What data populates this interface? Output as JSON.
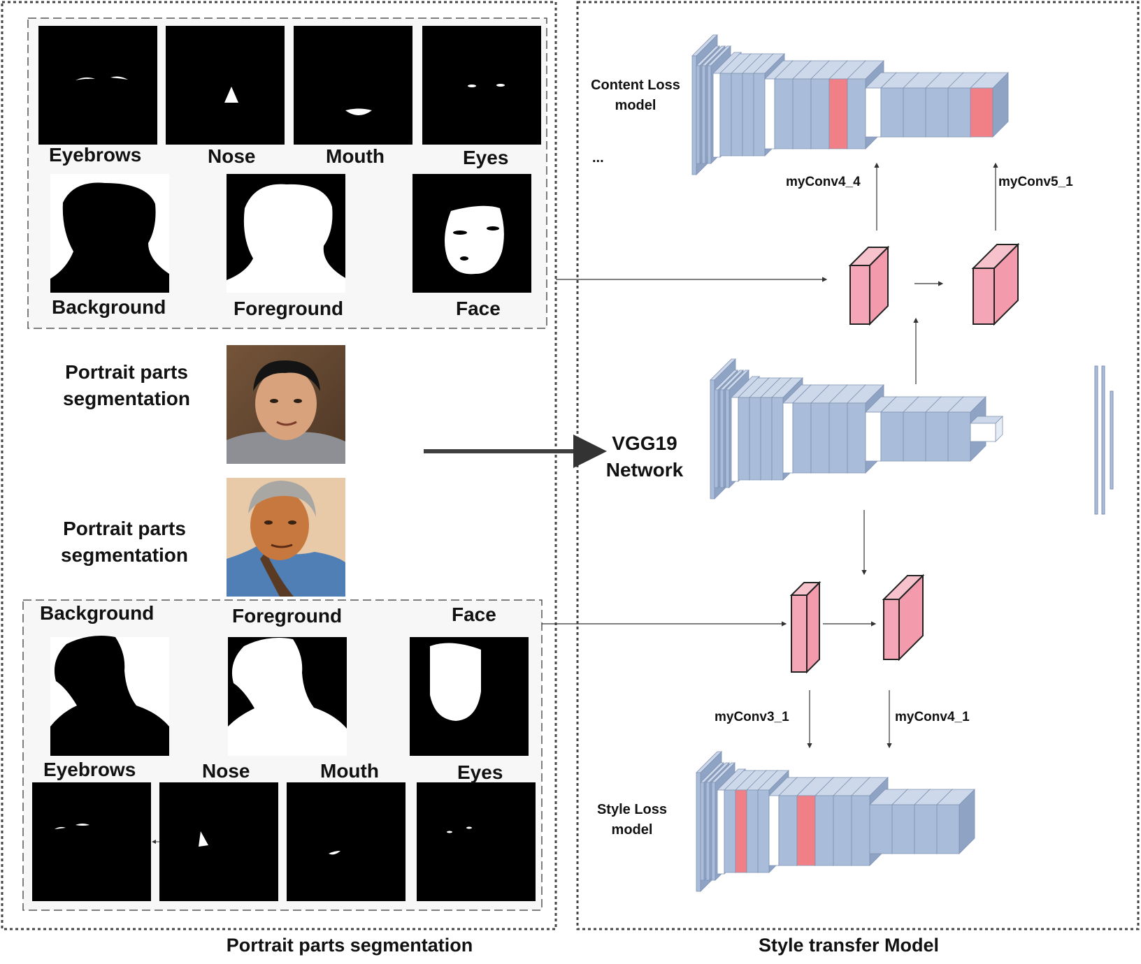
{
  "sections": {
    "left_title": "Portrait parts segmentation",
    "right_title": "Style transfer Model"
  },
  "top_masks": {
    "eyebrows": "Eyebrows",
    "nose": "Nose",
    "mouth": "Mouth",
    "eyes": "Eyes",
    "background": "Background",
    "foreground": "Foreground",
    "face": "Face"
  },
  "bottom_masks": {
    "background": "Background",
    "foreground": "Foreground",
    "face": "Face",
    "eyebrows": "Eyebrows",
    "nose": "Nose",
    "mouth": "Mouth",
    "eyes": "Eyes"
  },
  "portraits": {
    "content_caption_line1": "Portrait parts",
    "content_caption_line2": "segmentation",
    "style_caption_line1": "Portrait parts",
    "style_caption_line2": "segmentation"
  },
  "network": {
    "vgg_line1": "VGG19",
    "vgg_line2": "Network",
    "content_loss_line1": "Content  Loss",
    "content_loss_line2": "model",
    "ellipsis": "...",
    "style_loss_line1": "Style  Loss",
    "style_loss_line2": "model",
    "conv_content_a": "myConv4_4",
    "conv_content_b": "myConv5_1",
    "conv_style_a": "myConv3_1",
    "conv_style_b": "myConv4_1"
  },
  "colors": {
    "block_front": "#a9bcd9",
    "block_top": "#cdd8ea",
    "block_side": "#8fa3c4",
    "pink_front": "#f4a6b6",
    "pink_side": "#f39aac",
    "red_band": "#f07f86"
  }
}
